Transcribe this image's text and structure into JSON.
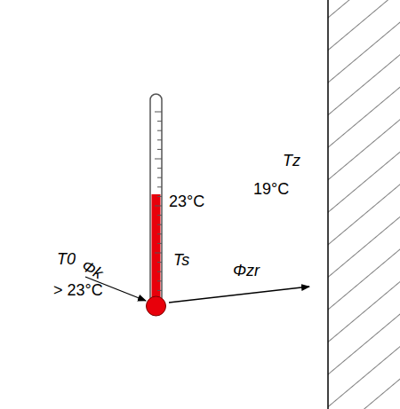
{
  "diagram": {
    "labels": [
      "Tz",
      "19°C",
      "23°C",
      "T0",
      "> 23°C",
      "Φk",
      "Ts",
      "Φzr"
    ]
  }
}
